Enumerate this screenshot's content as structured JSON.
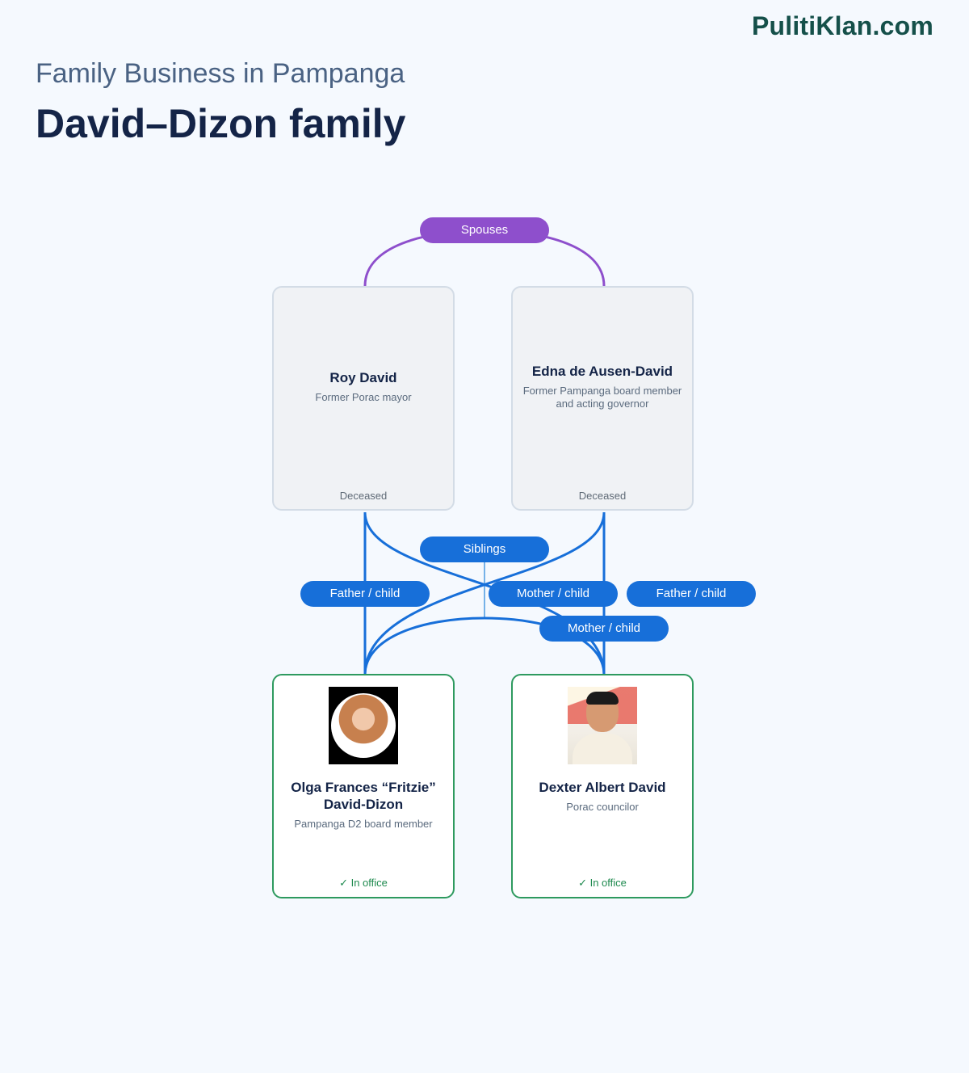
{
  "brand": "PulitiKlan.com",
  "header": {
    "subtitle": "Family Business in Pampanga",
    "title": "David–Dizon family"
  },
  "relations": {
    "spouses": "Spouses",
    "siblings": "Siblings",
    "father_child_1": "Father / child",
    "mother_child_1": "Mother / child",
    "father_child_2": "Father / child",
    "mother_child_2": "Mother / child"
  },
  "people": {
    "roy": {
      "name": "Roy David",
      "role": "Former Porac mayor",
      "status": "Deceased"
    },
    "edna": {
      "name": "Edna de Ausen-David",
      "role": "Former Pampanga board member and acting governor",
      "status": "Deceased"
    },
    "olga": {
      "name": "Olga Frances “Fritzie” David-Dizon",
      "role": "Pampanga D2 board member",
      "status": "✓ In office"
    },
    "dexter": {
      "name": "Dexter Albert David",
      "role": "Porac councilor",
      "status": "✓ In office"
    }
  },
  "colors": {
    "spouse_link": "#8e4fcc",
    "parent_child_link": "#176fd9",
    "sibling_link": "#4a9be0",
    "in_office_border": "#2e9a5f",
    "deceased_border": "#d3dce6"
  }
}
